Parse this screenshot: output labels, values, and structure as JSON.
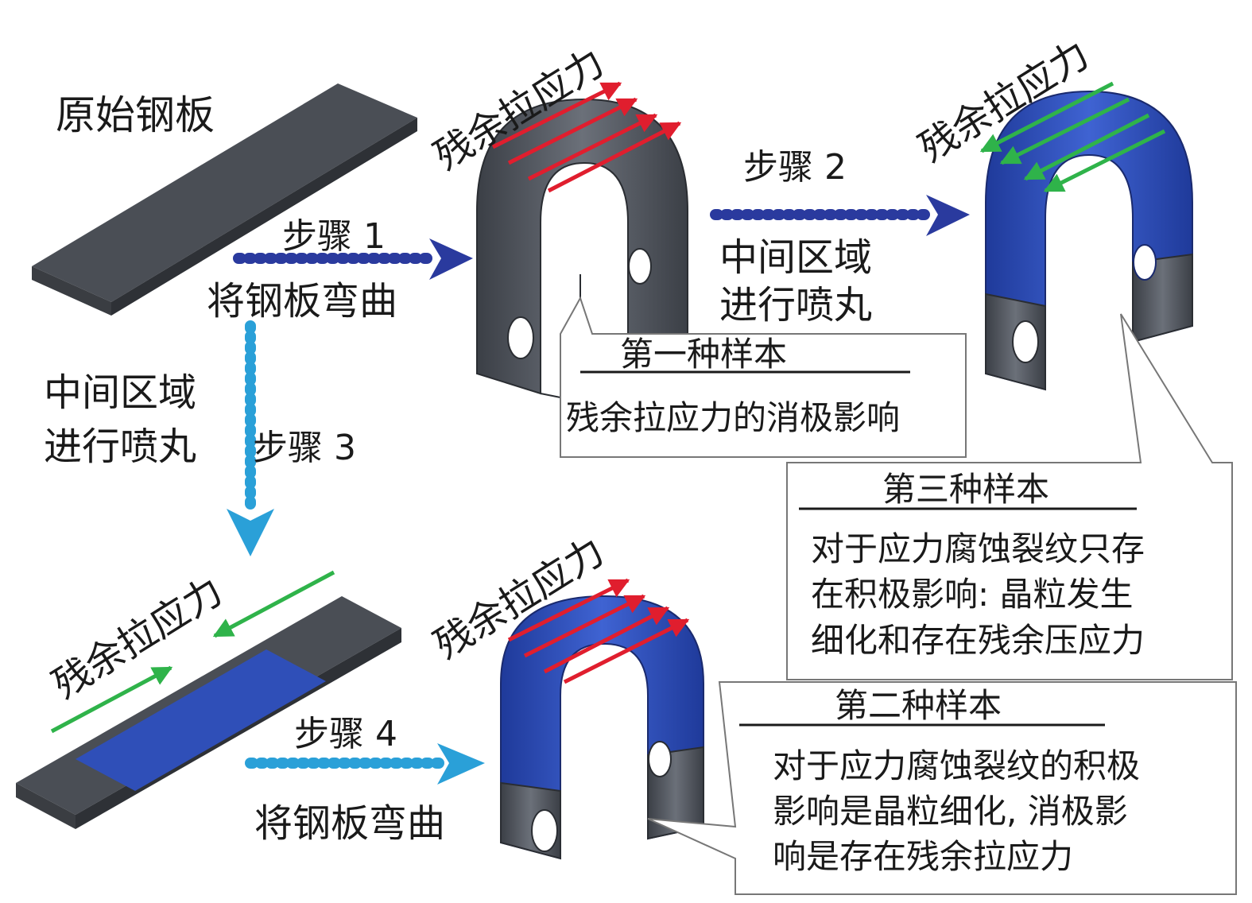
{
  "labels": {
    "original_plate": "原始钢板",
    "residual_tensile_1": "残余拉应力",
    "residual_tensile_2": "残余拉应力",
    "residual_tensile_3": "残余拉应力",
    "residual_tensile_4": "残余拉应力",
    "step1": "步骤 1",
    "step1_desc": "将钢板弯曲",
    "step2": "步骤 2",
    "step2_desc_line1": "中间区域",
    "step2_desc_line2": "进行喷丸",
    "step3": "步骤 3",
    "step3_desc_line1": "中间区域",
    "step3_desc_line2": "进行喷丸",
    "step4": "步骤 4",
    "step4_desc": "将钢板弯曲"
  },
  "callouts": {
    "sample1_title": "第一种样本",
    "sample1_line1": "残余拉应力的消极影响",
    "sample3_title": "第三种样本",
    "sample3_line1": "对于应力腐蚀裂纹只存",
    "sample3_line2": "在积极影响: 晶粒发生",
    "sample3_line3": "细化和存在残余压应力",
    "sample2_title": "第二种样本",
    "sample2_line1": "对于应力腐蚀裂纹的积极",
    "sample2_line2": "影响是晶粒细化, 消极影",
    "sample2_line3": "响是存在残余拉应力"
  },
  "colors": {
    "steel": "#5a5e66",
    "shot_peened": "#2f4fb8",
    "tensile_arrow": "#e01e2e",
    "compressive_arrow": "#2fb34a",
    "flow_arrow": "#2a3a9e",
    "flow_arrow_light": "#2aa0d8"
  }
}
